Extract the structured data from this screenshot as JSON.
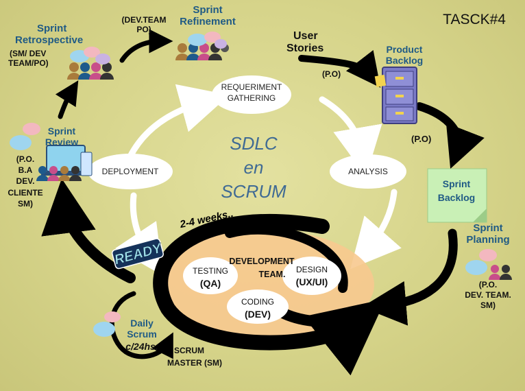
{
  "tasck": "TASCK#4",
  "center": {
    "line1": "SDLC",
    "line2": "en",
    "line3": "SCRUM"
  },
  "ovals": {
    "requirement": [
      "REQUERIMENT",
      "GATHERING"
    ],
    "analysis": "ANALYSIS",
    "deployment": "DEPLOYMENT"
  },
  "team": {
    "title_line1": "DEVELOPMENT",
    "title_line2": "TEAM.",
    "testing": {
      "label": "TESTING",
      "role": "(QA)"
    },
    "design": {
      "label": "DESIGN",
      "role": "(UX/UI)"
    },
    "coding": {
      "label": "CODING",
      "role": "(DEV)"
    }
  },
  "weeks": "2-4 weeks..",
  "ready": "READY",
  "retrospective": {
    "title_line1": "Sprint",
    "title_line2": "Retrospective",
    "roles": [
      "(SM/ DEV",
      "TEAM/PO)"
    ]
  },
  "refinement": {
    "title_line1": "Sprint",
    "title_line2": "Refinement",
    "roles": [
      "(DEV.TEAM",
      "PO)"
    ]
  },
  "user_stories": [
    "User",
    "Stories"
  ],
  "product_backlog": [
    "Product",
    "Backlog"
  ],
  "po_1": "(P.O)",
  "po_2": "(P.O)",
  "sprint_backlog": [
    "Sprint",
    "Backlog"
  ],
  "sprint_planning": {
    "title": [
      "Sprint",
      "Planning"
    ],
    "roles": [
      "(P.O.",
      "DEV. TEAM.",
      "SM)"
    ]
  },
  "review": {
    "title_line1": "Sprint",
    "title_line2": "Review",
    "roles": [
      "(P.O.",
      "B.A",
      "DEV.",
      "CLIENTE",
      "SM)"
    ]
  },
  "daily": {
    "title_line1": "Daily",
    "title_line2": "Scrum",
    "freq": "c/24hs."
  },
  "scrum_master": [
    "SCRUM",
    "MASTER (SM)"
  ]
}
